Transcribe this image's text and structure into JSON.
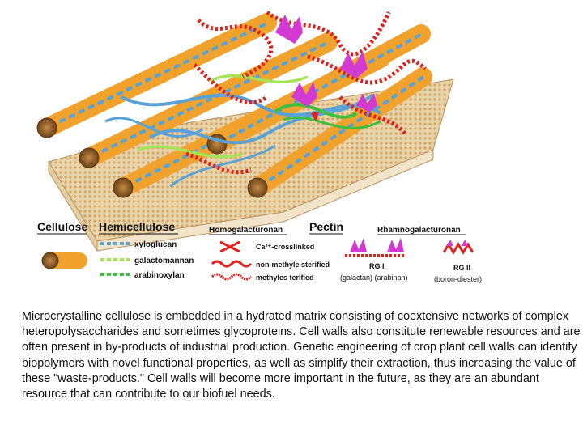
{
  "legend": {
    "cellulose": "Cellulose",
    "hemicellulose": "Hemicellulose",
    "pectin": "Pectin",
    "homogalacturonan": "Homogalacturonan",
    "rhamnogalacturonan": "Rhamnogalacturonan",
    "xyloglucan": "xyloglucan",
    "galactomannan": "galactomannan",
    "arabinoxylan": "arabinoxylan",
    "ca_crosslinked": "Ca²⁺-crosslinked",
    "non_methyl_esterified": "non-methyle sterified",
    "methyl_esterified": "methyles terified",
    "rg1": "RG I",
    "rg1_sub": "(galactan) (arabinan)",
    "rg2": "RG II",
    "rg2_sub": "(boron-diester)"
  },
  "caption": "Microcrystalline cellulose is embedded in a hydrated matrix consisting of coextensive networks of complex heteropolysaccharides and sometimes glycoproteins. Cell walls also constitute renewable resources and are often present in by-products of industrial production. Genetic engineering of crop plant cell walls can identify biopolymers with novel functional properties, as well as simplify their extraction, thus increasing the value of these \"waste-products.\" Cell walls will become more important in the future, as they are an abundant resource that can contribute to our biofuel needs.",
  "colors": {
    "cellulose": "#f0a22c",
    "xyloglucan": "#5aa2d6",
    "galactomannan": "#a7e35a",
    "arabinoxylan": "#3fbf3f",
    "homogalacturonan": "#e0201c",
    "rhamnogalacturonan": "#d23ad2",
    "membrane": "#e9d3a6"
  }
}
